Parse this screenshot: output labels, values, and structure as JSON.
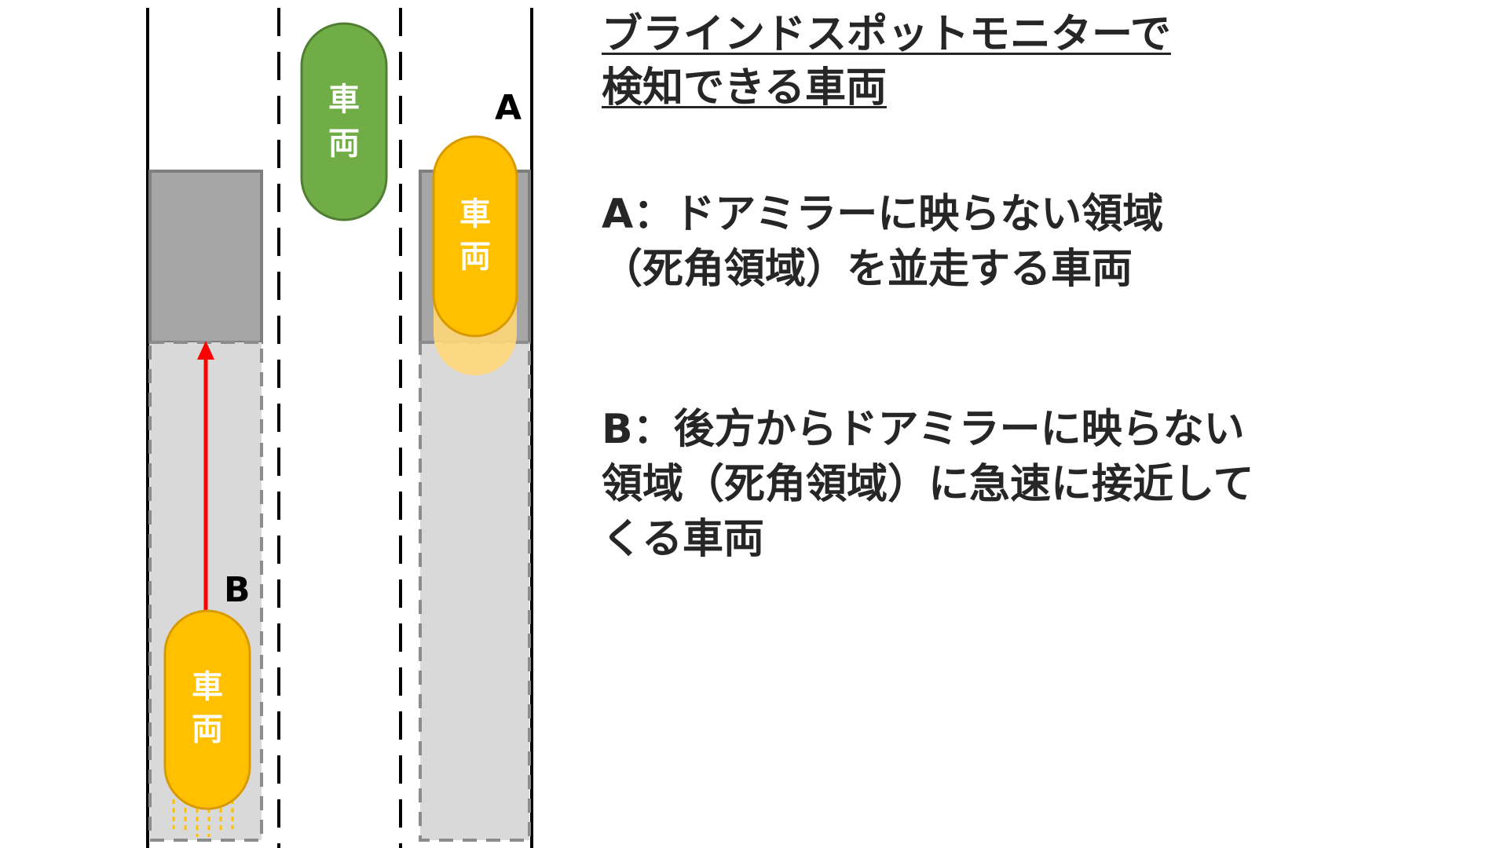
{
  "diagram": {
    "car_label_line1": "車",
    "car_label_line2": "両",
    "marker_a": "A",
    "marker_b": "B",
    "colors": {
      "car_orange": "#FFC000",
      "car_orange_outline": "#D99A00",
      "car_orange_ghost": "#FFD77A",
      "car_green": "#70AD47",
      "car_green_outline": "#507E32",
      "blind_spot": "#A6A6A6",
      "detection_area": "#D9D9D9",
      "arrow_red": "#FF0000",
      "lane_line": "#000000"
    }
  },
  "text": {
    "heading": [
      "ブラインドスポットモニターで",
      "検知できる車両"
    ],
    "description_a": [
      "A：ドアミラーに映らない領域",
      "（死角領域）を並走する車両"
    ],
    "description_b": [
      "B：後方からドアミラーに映らない",
      "領域（死角領域）に急速に接近して",
      "くる車両"
    ]
  }
}
